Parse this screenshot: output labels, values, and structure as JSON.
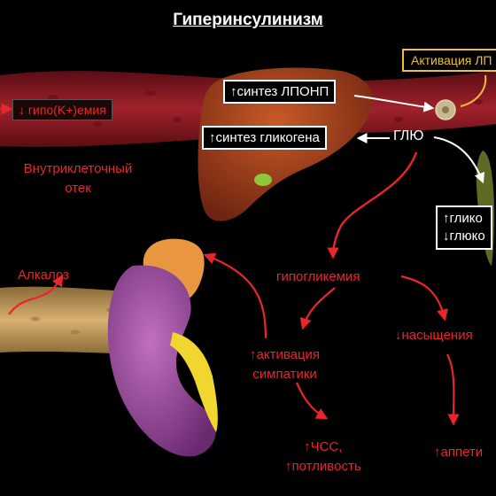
{
  "title": "Гиперинсулинизм",
  "labels": {
    "hypokalemia": "↓ гипо(K+)емия",
    "edema": [
      "Внутриклеточный",
      "отек"
    ],
    "alkalosis": "Алкалоз",
    "vldl": "↑синтез ЛПОНП",
    "glycogen": "↑синтез гликогена",
    "glu": "ГЛЮ",
    "activation": "Активация ЛП",
    "liver_right": [
      "↑глико",
      "↓глюко"
    ],
    "hypoglycemia": "гипогликемия",
    "sympathetic": [
      "↑активация",
      "симпатики"
    ],
    "satiety": "↓насыщения",
    "hr": [
      "↑ЧСС,",
      "↑потливость"
    ],
    "appetite": "↑аппети"
  },
  "colors": {
    "background": "#000000",
    "arrow": "#e8262b",
    "vessel": "#8c1a22",
    "liver": "#a8421a",
    "kidney": "#a64aa6",
    "adrenal": "#e89640",
    "ureter": "#f2d630",
    "intestine": "#c8a060",
    "gold_box": "#f0c030"
  },
  "icons": [
    "blood-vessel",
    "liver",
    "gallbladder",
    "kidney",
    "adrenal-gland",
    "ureter",
    "intestine",
    "adipocyte",
    "pancreas"
  ]
}
